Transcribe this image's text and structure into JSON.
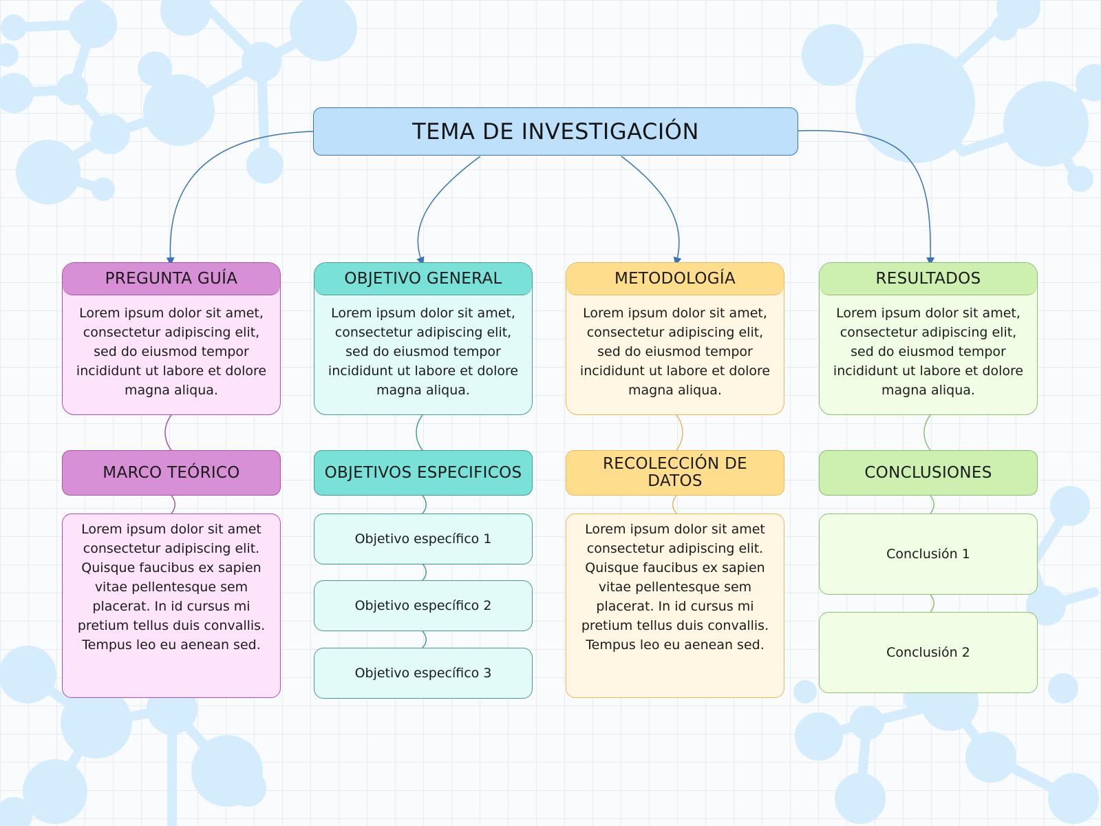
{
  "title": "TEMA DE INVESTIGACIÓN",
  "colors": {
    "title_fill": "#bfe0fb",
    "title_border": "#3a73b3",
    "purple": "#d78fd6",
    "teal": "#79e1d7",
    "yellow": "#fedd8c",
    "green": "#cdefb0",
    "background_decoration": "#d4ecfb"
  },
  "columns": [
    {
      "heading": "PREGUNTA GUÍA",
      "text": "Lorem ipsum dolor sit amet, consectetur adipiscing elit, sed do eiusmod tempor incididunt ut labore et dolore magna aliqua.",
      "sub_heading": "MARCO TEÓRICO",
      "detail": "Lorem ipsum dolor sit amet consectetur adipiscing elit. Quisque faucibus ex sapien vitae pellentesque sem placerat. In id cursus mi pretium tellus duis convallis. Tempus leo eu aenean sed."
    },
    {
      "heading": "OBJETIVO GENERAL",
      "text": "Lorem ipsum dolor sit amet, consectetur adipiscing elit, sed do eiusmod tempor incididunt ut labore et dolore magna aliqua.",
      "sub_heading": "OBJETIVOS ESPECIFICOS",
      "items": [
        "Objetivo específico 1",
        "Objetivo específico 2",
        "Objetivo específico 3"
      ]
    },
    {
      "heading": "METODOLOGÍA",
      "text": "Lorem ipsum dolor sit amet, consectetur adipiscing elit, sed do eiusmod tempor incididunt ut labore et dolore magna aliqua.",
      "sub_heading": "RECOLECCIÓN DE DATOS",
      "detail": "Lorem ipsum dolor sit amet consectetur adipiscing elit. Quisque faucibus ex sapien vitae pellentesque sem placerat. In id cursus mi pretium tellus duis convallis. Tempus leo eu aenean sed."
    },
    {
      "heading": "RESULTADOS",
      "text": "Lorem ipsum dolor sit amet, consectetur adipiscing elit, sed do eiusmod tempor incididunt ut labore et dolore magna aliqua.",
      "sub_heading": "CONCLUSIONES",
      "items": [
        "Conclusión 1",
        "Conclusión 2"
      ]
    }
  ]
}
